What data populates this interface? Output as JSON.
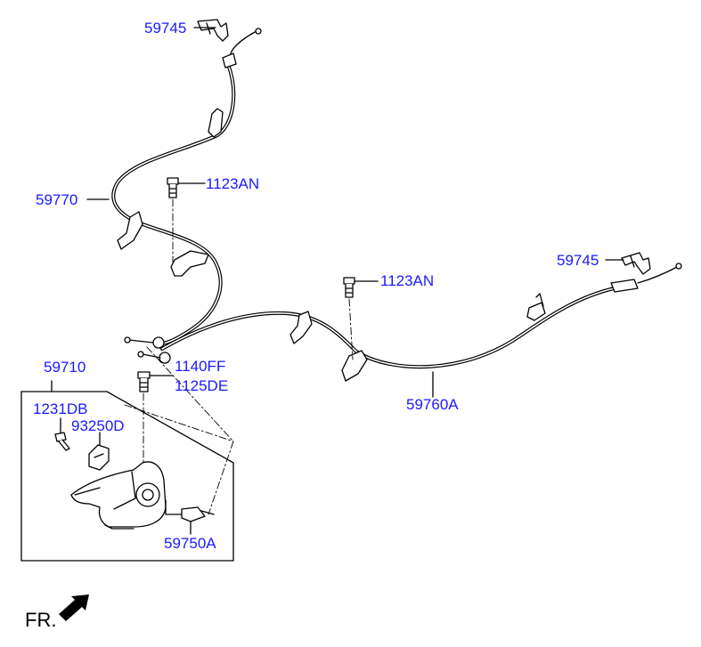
{
  "callouts": {
    "clip_front": "59745",
    "clip_rear": "59745",
    "cable_front": "59770",
    "bolt_upper": "1123AN",
    "bolt_mid": "1123AN",
    "cable_rear": "59760A",
    "lever_assembly": "59710",
    "bolt_lever_a": "1140FF",
    "bolt_lever_b": "1125DE",
    "screw_small": "1231DB",
    "bracket": "93250D",
    "switch": "59750A"
  },
  "direction": {
    "label": "FR.",
    "arrow_icon": "front-direction-arrow-icon"
  },
  "colors": {
    "callout_text": "#1a1aff",
    "line": "#000000",
    "background": "#ffffff"
  }
}
